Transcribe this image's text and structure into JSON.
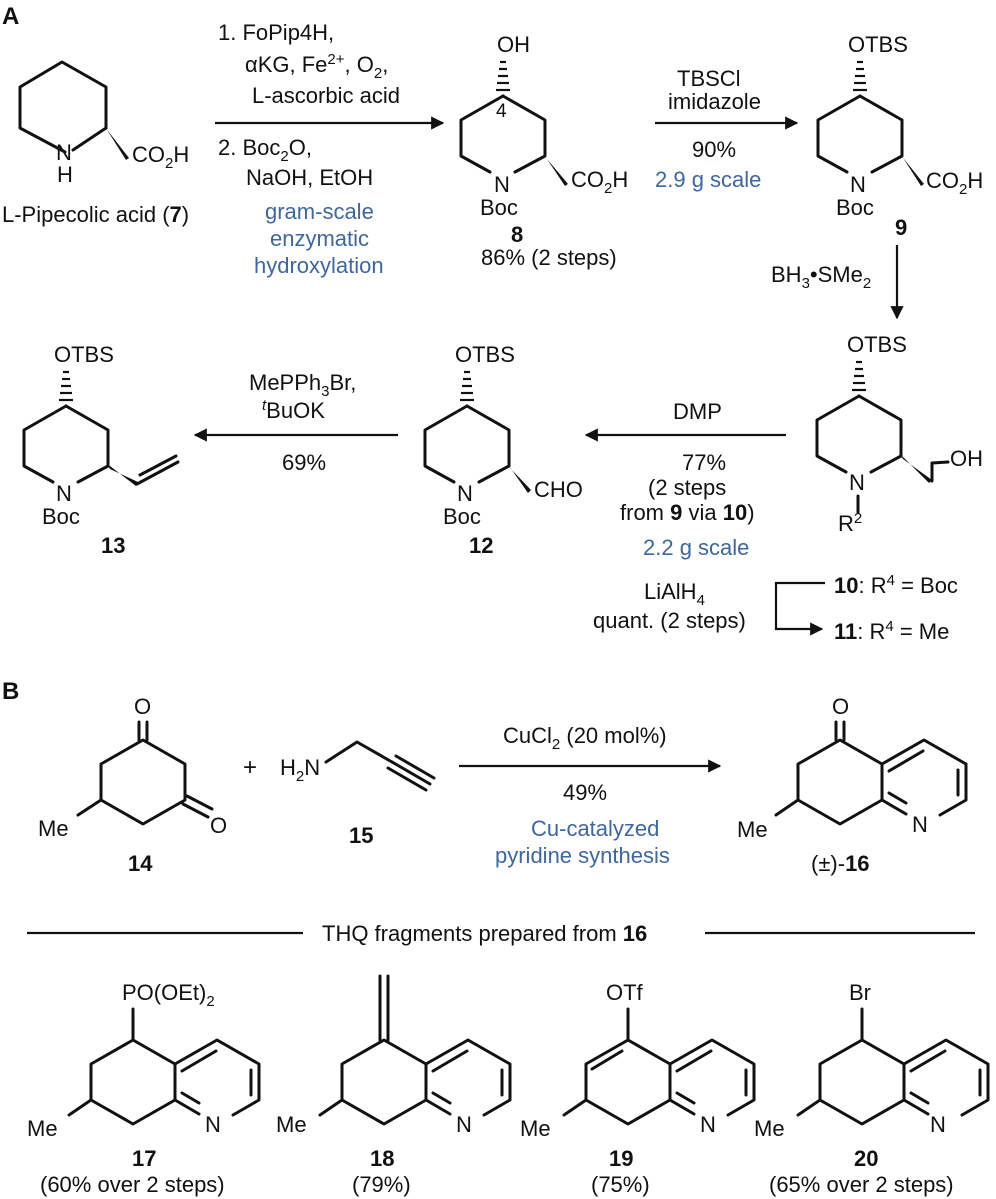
{
  "panels": {
    "A": "A",
    "B": "B"
  },
  "compounds": {
    "c7": {
      "label": "L-Pipecolic acid (",
      "num": "7",
      "close": ")",
      "nh_n": "N",
      "nh_h": "H",
      "co2h": "CO2H"
    },
    "c8": {
      "num": "8",
      "yield": "86% (2 steps)",
      "oh": "OH",
      "pos": "4",
      "n": "N",
      "boc": "Boc",
      "co2h": "CO2H"
    },
    "c9": {
      "num": "9",
      "otbs": "OTBS",
      "n": "N",
      "boc": "Boc",
      "co2h": "CO2H"
    },
    "c10_11": {
      "otbs": "OTBS",
      "n": "N",
      "oh": "OH",
      "r": "R2"
    },
    "c12": {
      "num": "12",
      "otbs": "OTBS",
      "n": "N",
      "boc": "Boc",
      "cho": "CHO"
    },
    "c13": {
      "num": "13",
      "otbs": "OTBS",
      "n": "N",
      "boc": "Boc"
    },
    "c14": {
      "num": "14",
      "o1": "O",
      "o2": "O",
      "me": "Me"
    },
    "c15": {
      "num": "15",
      "h2n": "H2N"
    },
    "c16": {
      "num_prefix": "(±)-",
      "num": "16",
      "o": "O",
      "me": "Me",
      "n": "N"
    },
    "c17": {
      "num": "17",
      "yield": "(60% over 2 steps)",
      "sub": "PO(OEt)2",
      "me": "Me",
      "n": "N"
    },
    "c18": {
      "num": "18",
      "yield": "(79%)",
      "me": "Me",
      "n": "N"
    },
    "c19": {
      "num": "19",
      "yield": "(75%)",
      "sub": "OTf",
      "me": "Me",
      "n": "N"
    },
    "c20": {
      "num": "20",
      "yield": "(65% over 2 steps)",
      "sub": "Br",
      "me": "Me",
      "n": "N"
    }
  },
  "steps": {
    "s1": {
      "l1": "1. FoPip4H,",
      "l2": "αKG, Fe2+, O2,",
      "l3": "L-ascorbic acid",
      "l4": "2. Boc2O,",
      "l5": "NaOH, EtOH",
      "n1": "gram-scale",
      "n2": "enzymatic",
      "n3": "hydroxylation"
    },
    "s2": {
      "l1": "TBSCl",
      "l2": "imidazole",
      "yield": "90%",
      "scale": "2.9 g scale"
    },
    "s3": {
      "l1": "BH3•SMe2"
    },
    "s4": {
      "l1": "DMP",
      "yield": "77%",
      "y2": "(2 steps",
      "y3a": "from ",
      "y3b": "9",
      "y3c": " via ",
      "y3d": "10",
      "y3e": ")",
      "scale": "2.2 g scale"
    },
    "s5": {
      "l1": "MePPh3Br,",
      "l2": "tBuOK",
      "yield": "69%"
    },
    "s6": {
      "l1": "LiAlH4",
      "l2": "quant. (2 steps)",
      "r10a": "10",
      "r10b": ": R4 = Boc",
      "r11a": "11",
      "r11b": ": R4 = Me"
    },
    "s7": {
      "l1": "CuCl2 (20 mol%)",
      "yield": "49%",
      "n1": "Cu-catalyzed",
      "n2": "pyridine synthesis"
    }
  },
  "fragments_header": {
    "text": "THQ fragments prepared from ",
    "num": "16"
  },
  "plus": "+"
}
